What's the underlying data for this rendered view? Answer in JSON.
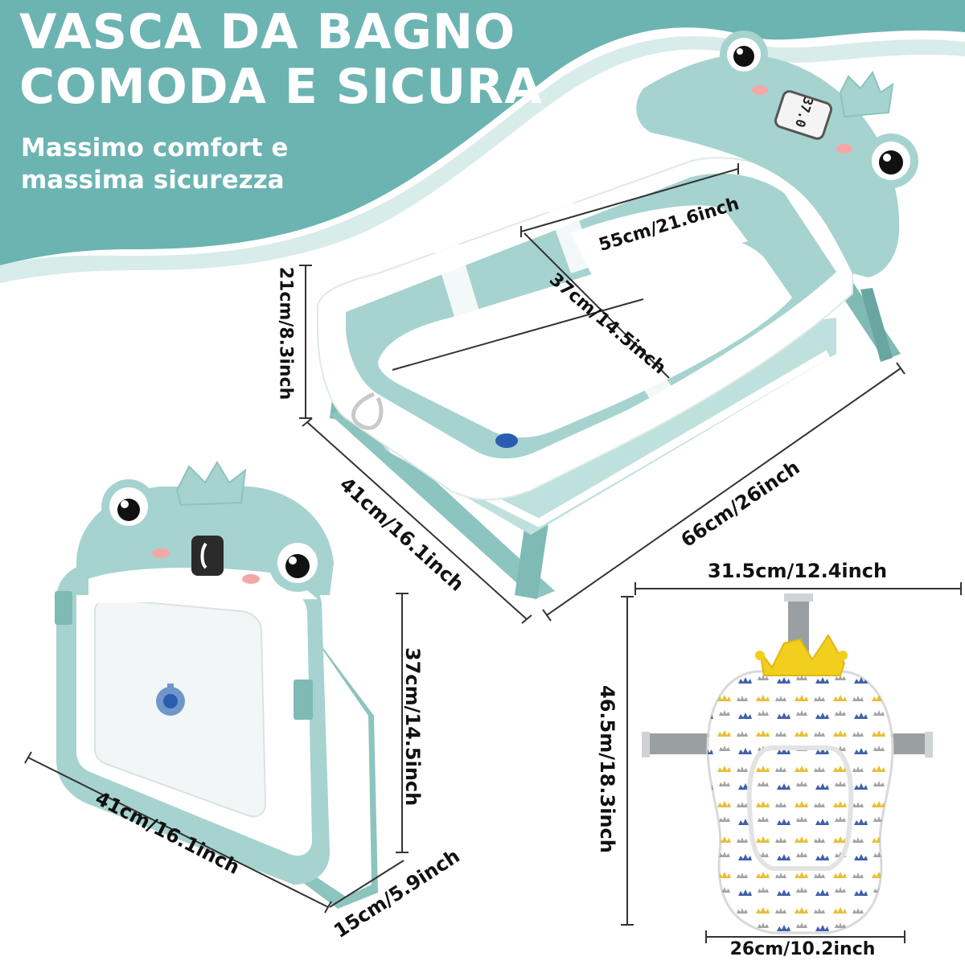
{
  "header": {
    "title_line1": "VASCA DA BAGNO",
    "title_line2": "COMODA E SICURA",
    "subtitle_line1": "Massimo comfort e",
    "subtitle_line2": "massima sicurezza"
  },
  "tub": {
    "temperature_display": "37.0"
  },
  "dimensions": {
    "tub_inner_length": "55cm/21.6inch",
    "tub_inner_width": "37cm/14.5inch",
    "tub_height": "21cm/8.3inch",
    "tub_width": "41cm/16.1inch",
    "tub_length": "66cm/26inch",
    "folded_height": "37cm/14.5inch",
    "folded_width": "41cm/16.1inch",
    "folded_depth": "15cm/5.9inch",
    "cushion_width": "31.5cm/12.4inch",
    "cushion_height": "46.5m/18.3inch",
    "cushion_inner_width": "26cm/10.2inch"
  },
  "colors": {
    "header_teal": "#6cb4b2",
    "tub_green": "#a6d3cf",
    "tub_dark": "#7fbab5",
    "crown_yellow": "#f2cf1d"
  }
}
